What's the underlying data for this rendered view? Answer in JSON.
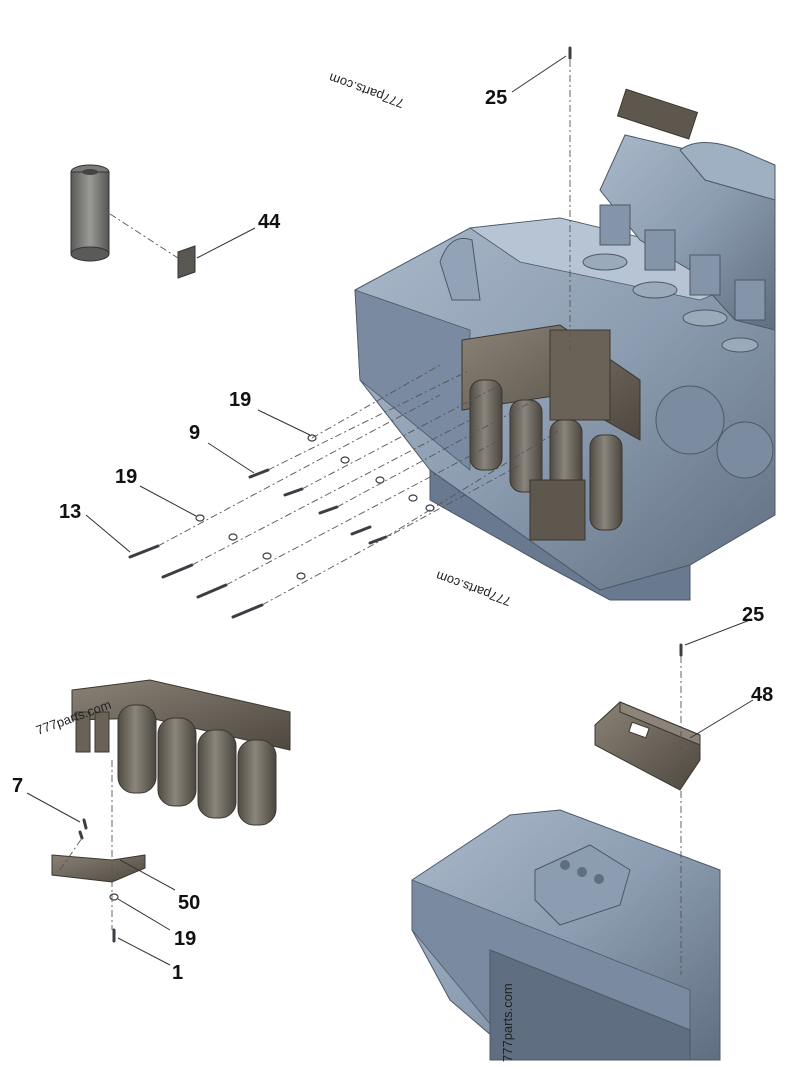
{
  "callouts": {
    "c25_top": "25",
    "c44": "44",
    "c19_a": "19",
    "c9": "9",
    "c19_b": "19",
    "c13": "13",
    "c25_right": "25",
    "c48": "48",
    "c7": "7",
    "c50": "50",
    "c19_c": "19",
    "c1": "1"
  },
  "watermarks": {
    "wm1": "777parts.com",
    "wm2": "777parts.com",
    "wm3": "777parts.com",
    "wm4": "777parts.com"
  },
  "colors": {
    "engine_block": "#8d9db1",
    "engine_dark": "#5f6e80",
    "bracket": "#6a6257",
    "filter": "#6f6a60",
    "line": "#333333"
  }
}
